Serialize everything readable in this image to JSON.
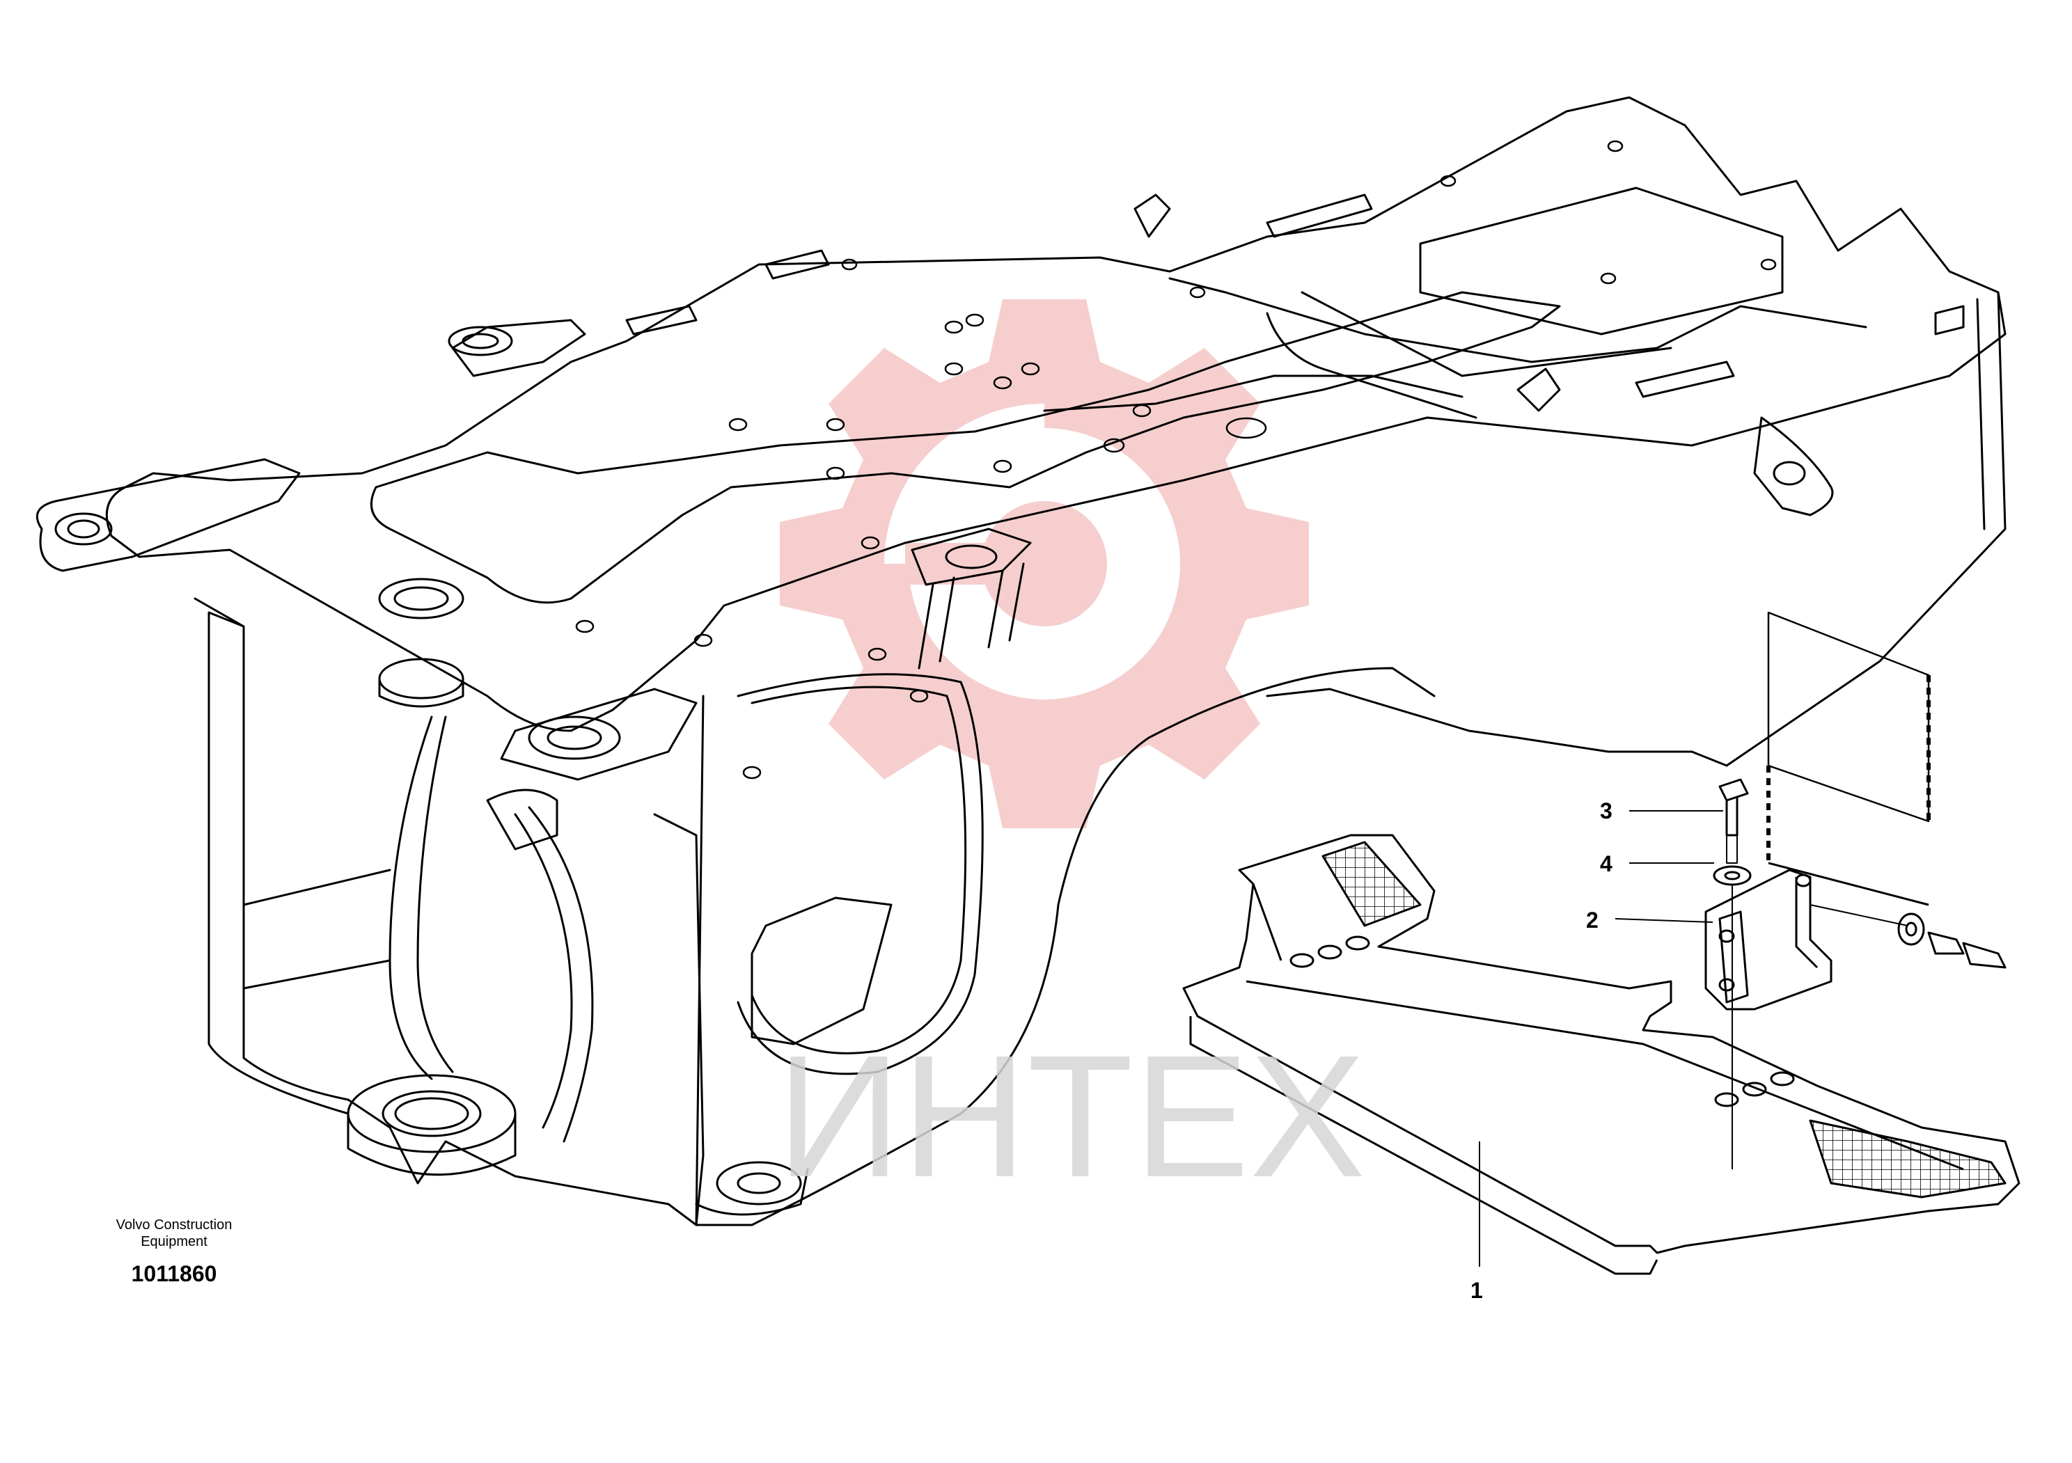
{
  "caption": {
    "company": "Volvo Construction Equipment",
    "figure_number": "1011860"
  },
  "watermark": {
    "text": "ИНТЕХ",
    "text_color": "#d6d6d6",
    "logo_color": "#f6c9c9"
  },
  "callouts": [
    {
      "id": "1",
      "label": "1"
    },
    {
      "id": "2",
      "label": "2"
    },
    {
      "id": "3",
      "label": "3"
    },
    {
      "id": "4",
      "label": "4"
    }
  ],
  "colors": {
    "line": "#000000",
    "background": "#ffffff"
  }
}
